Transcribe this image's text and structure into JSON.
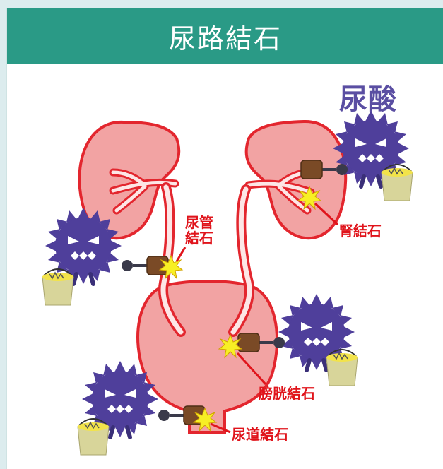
{
  "title": "尿路結石",
  "uric_acid_label": "尿酸",
  "stone_labels": {
    "ureter": "尿管\n結石",
    "kidney": "腎結石",
    "bladder": "膀胱結石",
    "urethra": "尿道結石"
  },
  "colors": {
    "header": "#2a9a86",
    "organ_fill": "#f2a3a3",
    "organ_stroke": "#e3262e",
    "label": "#e0141b",
    "virus": "#4f3f9b",
    "bucket": "#d8d59a"
  }
}
